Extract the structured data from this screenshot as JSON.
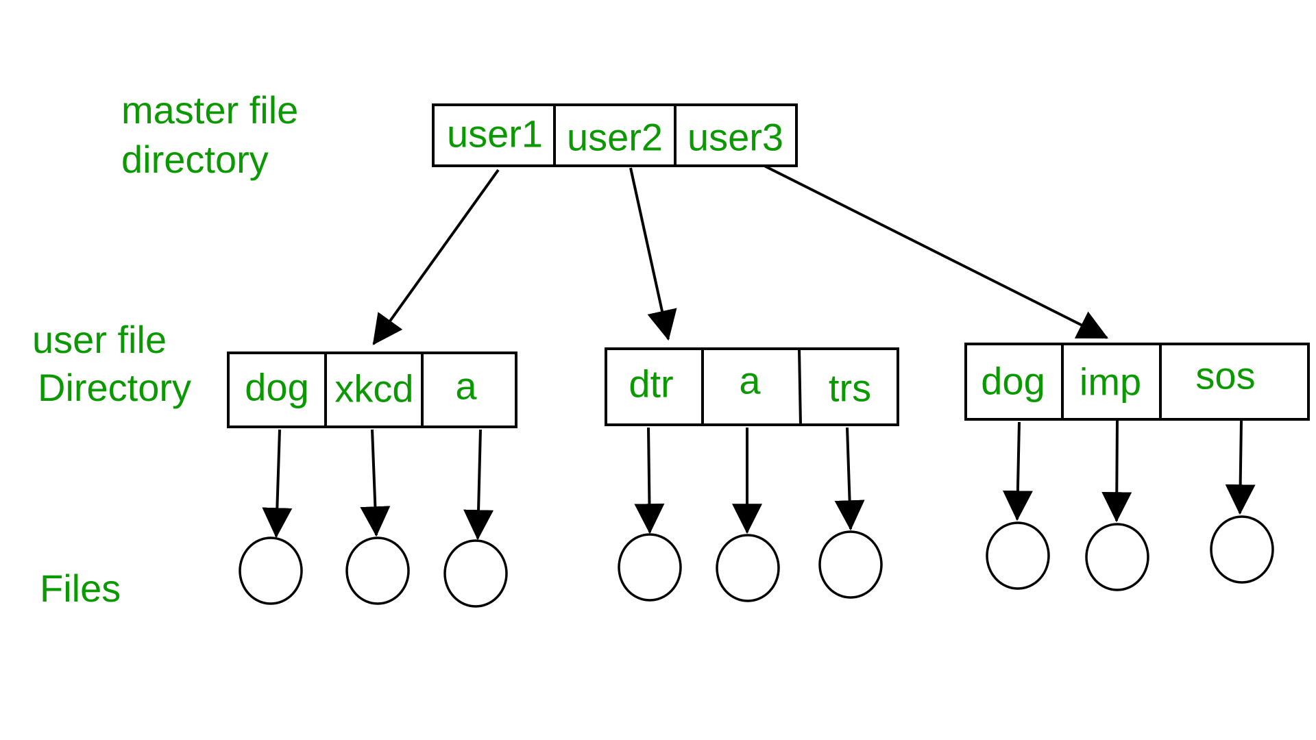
{
  "labels": {
    "master_line1": "master file",
    "master_line2": "directory",
    "user_line1": "user file",
    "user_line2": "Directory",
    "files": "Files"
  },
  "master_directory": {
    "entries": [
      "user1",
      "user2",
      "user3"
    ]
  },
  "user_directories": [
    {
      "owner": "user1",
      "entries": [
        "dog",
        "xkcd",
        "a"
      ]
    },
    {
      "owner": "user2",
      "entries": [
        "dtr",
        "a",
        "trs"
      ]
    },
    {
      "owner": "user3",
      "entries": [
        "dog",
        "imp",
        "sos"
      ]
    }
  ],
  "colors": {
    "label_text": "#0a9900",
    "lines": "#000000",
    "background": "#ffffff"
  }
}
